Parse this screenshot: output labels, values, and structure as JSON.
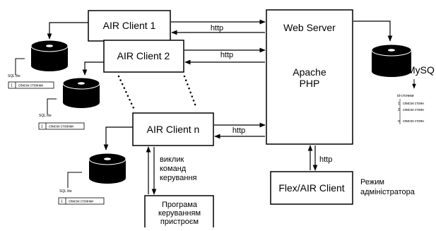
{
  "clients": [
    {
      "label": "AIR Client 1"
    },
    {
      "label": "AIR Client 2"
    },
    {
      "label": "AIR Client n"
    }
  ],
  "server": {
    "title": "Web Server",
    "stack": [
      "Apache",
      "PHP"
    ]
  },
  "admin": {
    "label": "Flex/AIR Client",
    "caption": [
      "Режим",
      "адміністратора"
    ]
  },
  "device": {
    "lines": [
      "Програма",
      "керуванням",
      "пристроєм"
    ]
  },
  "control": {
    "lines": [
      "виклик",
      "команд",
      "керування"
    ]
  },
  "edge_label": "http",
  "db_local": {
    "name": "SQL lite",
    "row_index": "1",
    "row_text": "список стоянки"
  },
  "db_server": {
    "name": "MySQ",
    "header": "id-стоянки",
    "rows": [
      {
        "idx": "1",
        "text": "список стоян"
      },
      {
        "idx": "2",
        "text": "список стоян"
      },
      {
        "idx": "n",
        "text": "список стоян"
      }
    ]
  }
}
